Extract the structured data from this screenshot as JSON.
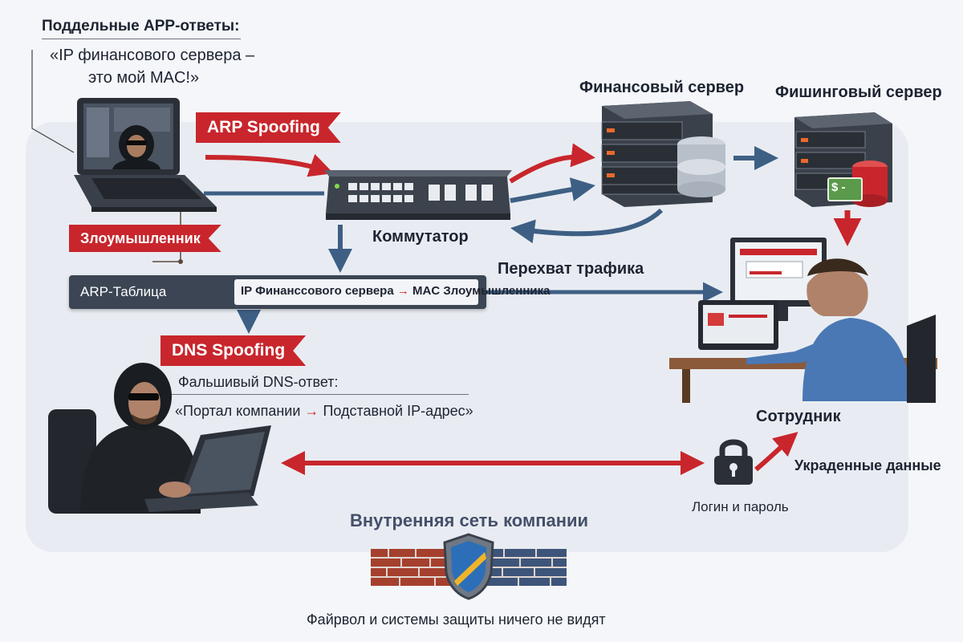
{
  "fake_arp": {
    "title": "Поддельные АРР-ответы:",
    "quote_line1": "«IP финансового сервера –",
    "quote_line2": "это мой MAC!»"
  },
  "arp_spoofing_label": "ARP Spoofing",
  "attacker_label": "Злоумышленник",
  "switch_label": "Коммутатор",
  "finance_server_label": "Финансовый сервер",
  "phishing_server_label": "Фишинговый сервер",
  "phishing_badge": "$ -",
  "arp_table": {
    "title": "ARP-Таблица",
    "entry_left": "IP Финанссового сервера",
    "entry_arrow": "→",
    "entry_right": "MAC Злоумышленника"
  },
  "traffic_intercept_label": "Перехват трафика",
  "dns_spoofing_label": "DNS Spoofing",
  "fake_dns": {
    "title": "Фальшивый DNS-ответ:",
    "quote_left": "«Портал компании",
    "quote_arrow": "→",
    "quote_right": "Подставной IP-адрес»"
  },
  "employee_label": "Сотрудник",
  "stolen_data_label": "Украденные данные",
  "credentials_label": "Логин и пароль",
  "network_label": "Внутренняя сеть компании",
  "firewall_caption": "Файрвол и системы защиты ничего не видят",
  "colors": {
    "attack_red": "#c8262c",
    "flow_blue": "#3e5f84",
    "zone_bg": "#e8ecf2",
    "dark_panel": "#3b4553"
  }
}
